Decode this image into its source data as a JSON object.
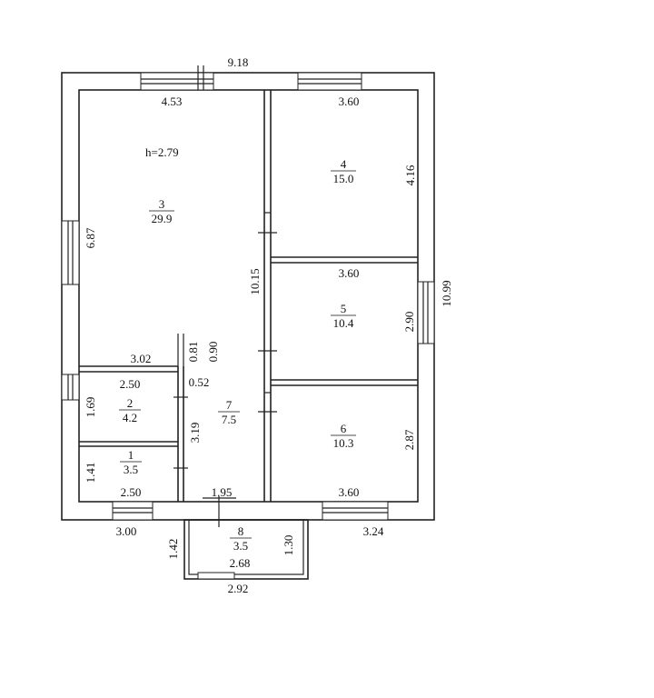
{
  "plan": {
    "height_note": "h=2.79",
    "rooms": [
      {
        "num": "1",
        "area": "3.5"
      },
      {
        "num": "2",
        "area": "4.2"
      },
      {
        "num": "3",
        "area": "29.9"
      },
      {
        "num": "4",
        "area": "15.0"
      },
      {
        "num": "5",
        "area": "10.4"
      },
      {
        "num": "6",
        "area": "10.3"
      },
      {
        "num": "7",
        "area": "7.5"
      },
      {
        "num": "8",
        "area": "3.5"
      }
    ],
    "dims": {
      "top_total": "9.18",
      "top_left": "4.53",
      "top_right": "3.60",
      "right_total": "10.99",
      "room4_h": "4.16",
      "room5_w": "3.60",
      "room5_h": "2.90",
      "room6_h": "2.87",
      "room6_w": "3.60",
      "left_room3_h": "6.87",
      "corridor_h": "10.15",
      "room3_bottom": "3.02",
      "dim_081": "0.81",
      "dim_090": "0.90",
      "dim_052": "0.52",
      "room2_w": "2.50",
      "room2_h": "1.69",
      "room7_h": "3.19",
      "room1_h": "1.41",
      "room1_w": "2.50",
      "mid_bottom": "1.95",
      "bottom_left": "3.00",
      "bottom_right": "3.24",
      "porch_left": "1.42",
      "porch_right": "1.30",
      "porch_inner": "2.68",
      "porch_outer": "2.92"
    }
  }
}
